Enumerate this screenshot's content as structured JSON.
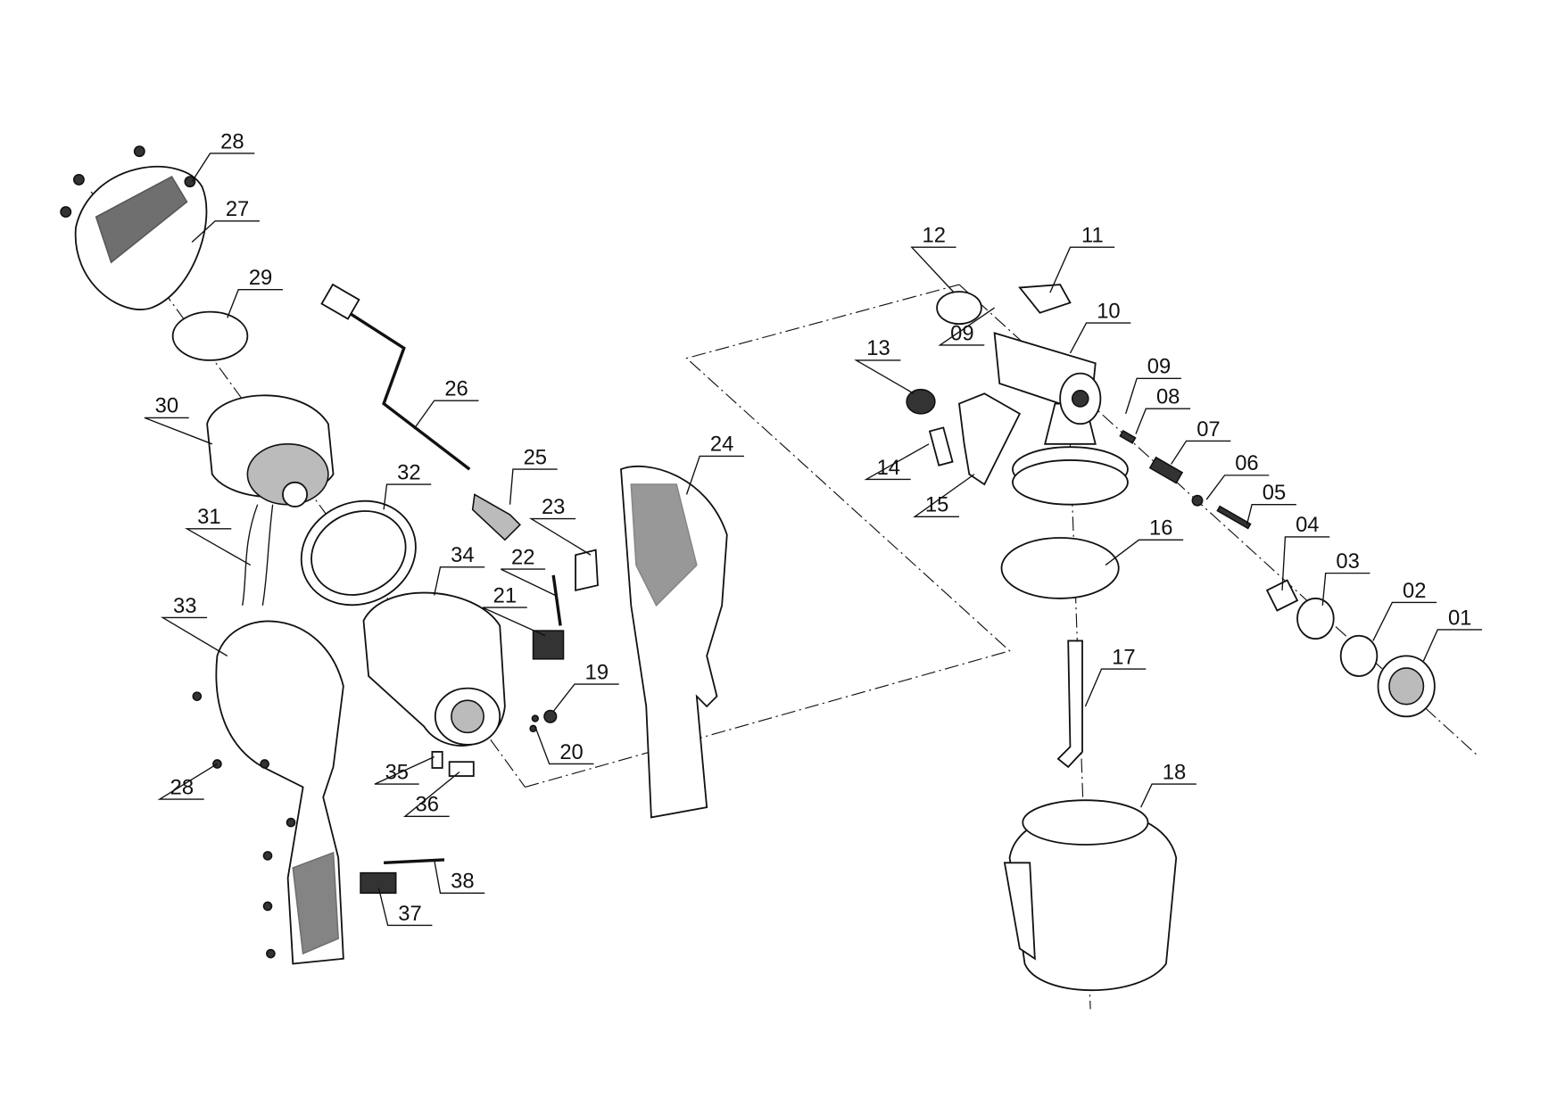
{
  "title": "Exploded parts diagram - paint spray gun",
  "labels": [
    "28",
    "27",
    "29",
    "26",
    "30",
    "32",
    "25",
    "24",
    "23",
    "22",
    "21",
    "31",
    "34",
    "33",
    "19",
    "20",
    "35",
    "36",
    "28",
    "38",
    "37",
    "12",
    "11",
    "09",
    "10",
    "13",
    "09",
    "08",
    "07",
    "06",
    "05",
    "14",
    "15",
    "16",
    "04",
    "03",
    "02",
    "01",
    "17",
    "18"
  ]
}
